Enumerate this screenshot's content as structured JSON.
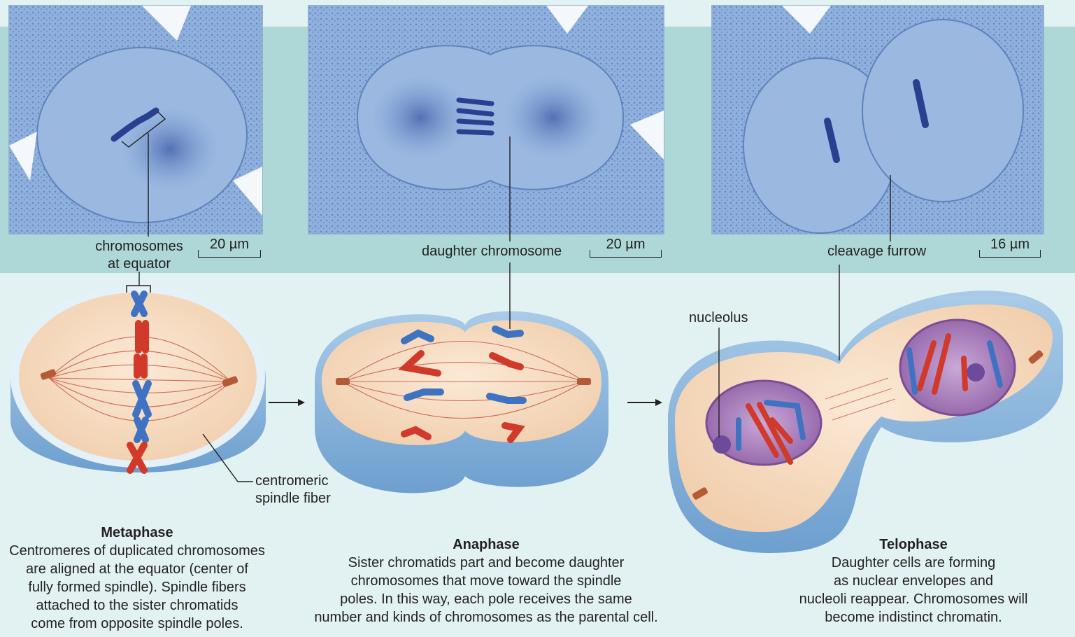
{
  "labels": {
    "chromosomes_at_equator": [
      "chromosomes",
      "at equator"
    ],
    "daughter_chromosome": "daughter chromosome",
    "cleavage_furrow": "cleavage furrow",
    "nucleolus": "nucleolus",
    "centromeric_spindle_fiber": [
      "centromeric",
      "spindle fiber"
    ]
  },
  "scale_bars": [
    "20 µm",
    "20 µm",
    "16 µm"
  ],
  "phases": [
    {
      "name": "Metaphase",
      "lines": [
        "Centromeres of duplicated chromosomes",
        "are aligned at the equator (center of",
        "fully formed spindle). Spindle fibers",
        "attached to the sister chromatids",
        "come from opposite spindle poles."
      ]
    },
    {
      "name": "Anaphase",
      "lines": [
        "Sister chromatids part and become daughter",
        "chromosomes that move toward the spindle",
        "poles. In this way, each pole receives the same",
        "number and kinds of chromosomes as the parental cell."
      ]
    },
    {
      "name": "Telophase",
      "lines": [
        "Daughter cells are forming",
        "as nuclear envelopes and",
        "nucleoli reappear. Chromosomes will",
        "become indistinct chromatin."
      ]
    }
  ],
  "colors": {
    "band": "#aed8d8",
    "background": "#e2f2f2",
    "cytoplasm": "#f6dcc2",
    "membrane": "#8fb9dc",
    "chromosome_red": "#d13a2a",
    "chromosome_blue": "#3f73c2",
    "nucleus": "#a87ab8",
    "micrograph_blue": "#6d93c9"
  }
}
